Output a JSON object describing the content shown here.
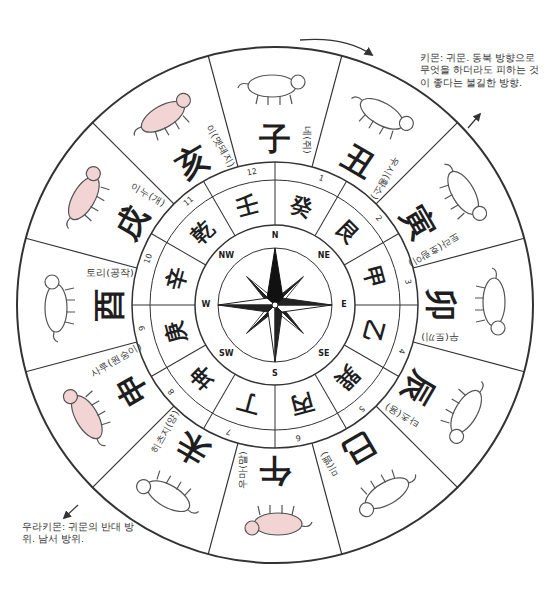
{
  "diagram": {
    "labels": [
      "키몬: 귀문. 동북 방향으로 무엇을 하더라도 피하는 것이 좋다는 불길한 방향.",
      "子",
      "네(쥐)",
      "丑",
      "우시(황소)",
      "寅",
      "토라(호랑이)",
      "卯",
      "우(토끼)",
      "辰",
      "타츠(용)",
      "巳",
      "미(뱀)",
      "午",
      "우마(말)",
      "未",
      "히츠지(양)",
      "申",
      "사루(원숭이)",
      "酉",
      "토리(공작)",
      "戌",
      "이누(개)",
      "亥",
      "이(멧돼지)",
      "壬",
      "癸",
      "艮",
      "甲",
      "乙",
      "巽",
      "丙",
      "丁",
      "坤",
      "庚",
      "辛",
      "乾",
      "12",
      "1",
      "2",
      "3",
      "4",
      "5",
      "6",
      "7",
      "8",
      "9",
      "10",
      "11",
      "N",
      "NE",
      "E",
      "SE",
      "S",
      "SW",
      "W",
      "NW",
      "우라키몬: 귀문의 반대 방위. 남서 방위."
    ]
  }
}
